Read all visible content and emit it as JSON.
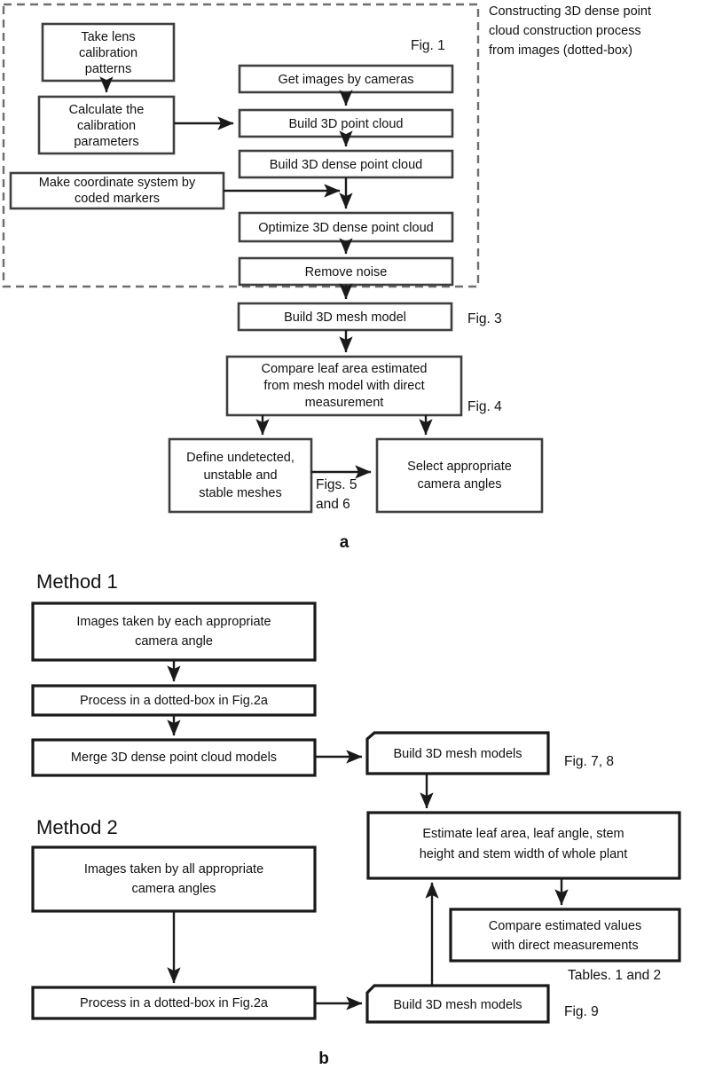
{
  "figure": {
    "title_caption": [
      "Constructing 3D dense point",
      "cloud construction process",
      "from images (dotted-box)"
    ],
    "panel_a_letter": "a",
    "panel_b_letter": "b"
  },
  "panel_a": {
    "dotted_box_ref": "Fig. 1",
    "nodes": {
      "take_lens": [
        "Take lens",
        "calibration",
        "patterns"
      ],
      "calculate_calibration": [
        "Calculate the",
        "calibration",
        "parameters"
      ],
      "make_coordinate": [
        "Make coordinate system by",
        "coded markers"
      ],
      "get_images": [
        "Get images by cameras"
      ],
      "build_point_cloud": [
        "Build 3D point cloud"
      ],
      "build_dense_point_cloud": [
        "Build 3D dense point cloud"
      ],
      "optimize_dense": [
        "Optimize 3D dense point cloud"
      ],
      "remove_noise": [
        "Remove noise"
      ],
      "build_mesh_model": [
        "Build 3D mesh model"
      ],
      "compare_leaf_area": [
        "Compare leaf area estimated",
        "from mesh model with direct",
        "measurement"
      ],
      "define_meshes": [
        "Define undetected,",
        "unstable and",
        "stable meshes"
      ],
      "select_angles": [
        "Select appropriate",
        "camera angles"
      ]
    },
    "refs": {
      "fig3": "Fig. 3",
      "fig4": "Fig. 4",
      "figs5and6": [
        "Figs. 5",
        "and 6"
      ]
    }
  },
  "panel_b": {
    "method1_title": "Method 1",
    "method2_title": "Method 2",
    "nodes": {
      "images_each_angle": [
        "Images taken by each appropriate",
        "camera angle"
      ],
      "process_dotted_box_1": [
        "Process in a dotted-box in Fig.2a"
      ],
      "merge_dense_models": [
        "Merge 3D dense point cloud models"
      ],
      "build_mesh_models_1": [
        "Build 3D mesh models"
      ],
      "estimate_traits": [
        "Estimate leaf area, leaf angle, stem",
        "height and stem width of whole plant"
      ],
      "compare_estimated": [
        "Compare estimated values",
        "with direct measurements"
      ],
      "images_all_angles": [
        "Images taken by all appropriate",
        "camera angles"
      ],
      "process_dotted_box_2": [
        "Process in a dotted-box in Fig.2a"
      ],
      "build_mesh_models_2": [
        "Build 3D mesh models"
      ]
    },
    "refs": {
      "fig78": "Fig. 7, 8",
      "tables12": "Tables. 1 and 2",
      "fig9": "Fig. 9"
    }
  },
  "colors": {
    "node_stroke_gray": "#3f3f3f",
    "node_stroke_black": "#1a1a1a",
    "dashed_stroke": "#6e6e6e",
    "text": "#111111",
    "background": "#ffffff"
  }
}
